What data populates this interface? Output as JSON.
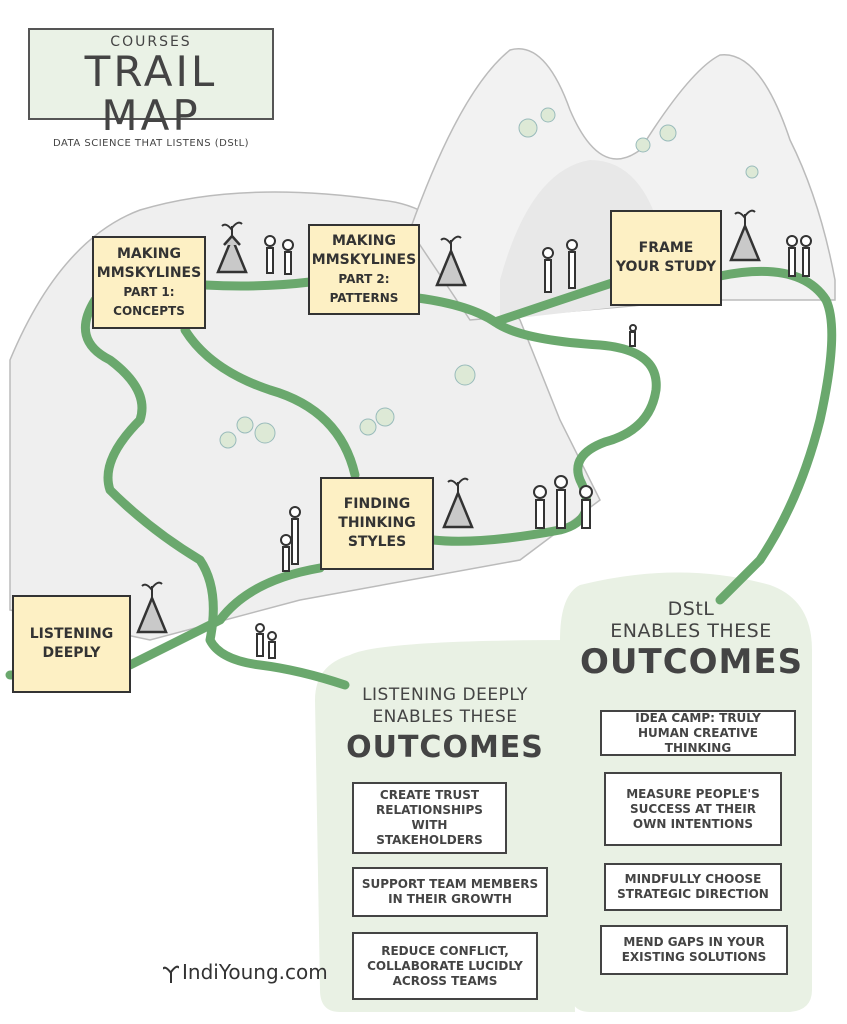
{
  "title": {
    "overline": "COURSES",
    "main": "TRAIL MAP",
    "subtitle": "DATA SCIENCE THAT LISTENS (DStL)"
  },
  "courses": [
    {
      "id": "skylines-1",
      "lines": [
        "MAKING",
        "mmSKYLINES",
        "PART 1: CONCEPTS"
      ]
    },
    {
      "id": "skylines-2",
      "lines": [
        "MAKING",
        "mmSKYLINES",
        "PART 2: PATTERNS"
      ]
    },
    {
      "id": "frame-study",
      "lines": [
        "FRAME",
        "YOUR STUDY"
      ]
    },
    {
      "id": "thinking-styles",
      "lines": [
        "FINDING",
        "THINKING",
        "STYLES"
      ]
    },
    {
      "id": "listening",
      "lines": [
        "LISTENING",
        "DEEPLY"
      ]
    }
  ],
  "listening_outcomes": {
    "line1": "LISTENING DEEPLY",
    "line2": "ENABLES THESE",
    "big": "OUTCOMES",
    "items": [
      "CREATE TRUST RELATIONSHIPS WITH STAKEHOLDERS",
      "SUPPORT TEAM MEMBERS IN THEIR GROWTH",
      "REDUCE CONFLICT, COLLABORATE LUCIDLY ACROSS TEAMS"
    ]
  },
  "dstl_outcomes": {
    "line1": "DStL",
    "line2": "ENABLES THESE",
    "big": "OUTCOMES",
    "items": [
      "IDEA CAMP: TRULY HUMAN CREATIVE THINKING",
      "MEASURE PEOPLE'S SUCCESS AT THEIR OWN INTENTIONS",
      "MINDFULLY CHOOSE STRATEGIC DIRECTION",
      "MEND GAPS IN YOUR EXISTING SOLUTIONS"
    ]
  },
  "credit": "IndiYoung.com",
  "colors": {
    "trail": "#6aa86d",
    "box_fill": "#fdf0c4",
    "outcome_bg": "#e9f1e4",
    "mountain": "#f0f0f0",
    "outline": "#333333"
  }
}
